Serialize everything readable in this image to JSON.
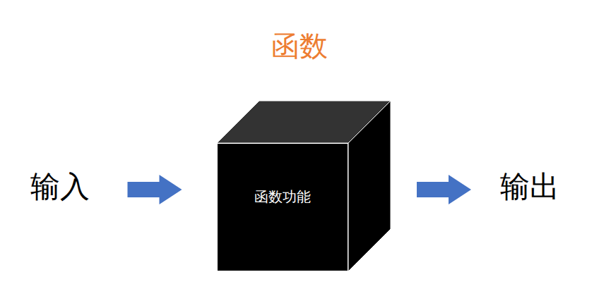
{
  "diagram": {
    "title": "函数",
    "nodes": [
      {
        "text": [
          "输入"
        ]
      },
      {
        "text": [
          "函数功能"
        ]
      },
      {
        "text": [
          "输出"
        ]
      }
    ],
    "edges": [
      {
        "from": 0,
        "to": 1,
        "arrow": "to"
      },
      {
        "from": 1,
        "to": 2,
        "arrow": "to"
      }
    ]
  }
}
